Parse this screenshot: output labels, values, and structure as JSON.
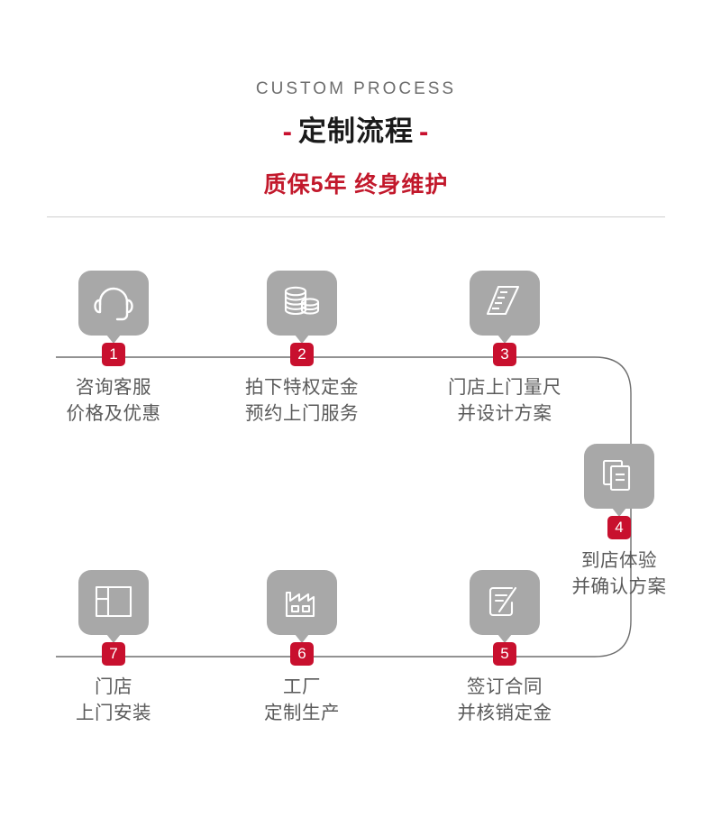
{
  "header": {
    "eyebrow": "CUSTOM PROCESS",
    "title": "定制流程",
    "dash_left": "-",
    "dash_right": "-",
    "subtitle": "质保5年  终身维护"
  },
  "colors": {
    "accent_red": "#c8102e",
    "subtitle_red": "#c2182b",
    "icon_gray": "#a8a8a8",
    "text_gray": "#5a5a5a",
    "line_gray": "#6f6f6f",
    "divider_gray": "#cfcfcf"
  },
  "steps": [
    {
      "number": "1",
      "icon": "headset-icon",
      "line1": "咨询客服",
      "line2": "价格及优惠"
    },
    {
      "number": "2",
      "icon": "coins-icon",
      "line1": "拍下特权定金",
      "line2": "预约上门服务"
    },
    {
      "number": "3",
      "icon": "ruler-icon",
      "line1": "门店上门量尺",
      "line2": "并设计方案"
    },
    {
      "number": "4",
      "icon": "documents-icon",
      "line1": "到店体验",
      "line2": "并确认方案"
    },
    {
      "number": "5",
      "icon": "contract-pen-icon",
      "line1": "签订合同",
      "line2": "并核销定金"
    },
    {
      "number": "6",
      "icon": "factory-icon",
      "line1": "工厂",
      "line2": "定制生产"
    },
    {
      "number": "7",
      "icon": "window-panel-icon",
      "line1": "门店",
      "line2": "上门安装"
    }
  ]
}
